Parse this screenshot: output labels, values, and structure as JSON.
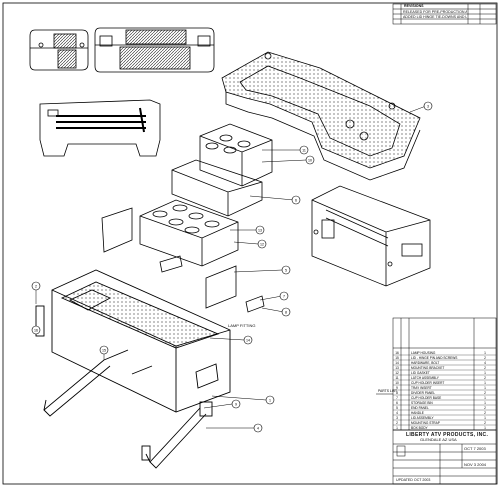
{
  "revision_block": {
    "header": "REVISIONS",
    "rows": [
      "RELEASED FOR PRE-PRODUCTION APPROVAL",
      "ADDED LID HINGE TIE-DOWNS AND LID STOPS"
    ]
  },
  "callouts": [
    "1",
    "2",
    "3",
    "4",
    "5",
    "6",
    "7",
    "8",
    "9",
    "10",
    "11",
    "12",
    "13",
    "14",
    "15",
    "16"
  ],
  "exploded_labels": {
    "lamp_fitting": "LAMP FITTING"
  },
  "parts_list": {
    "title": "PARTS LIST",
    "rows": [
      {
        "item": "16",
        "description": "LAMP HOUSING",
        "qty": "1"
      },
      {
        "item": "15",
        "description": "LID - HINGE PIN AND SCREWS",
        "qty": "2"
      },
      {
        "item": "14",
        "description": "HARDWARE, BOLT",
        "qty": "4"
      },
      {
        "item": "13",
        "description": "MOUNTING BRACKET",
        "qty": "2"
      },
      {
        "item": "12",
        "description": "LID GASKET",
        "qty": "1"
      },
      {
        "item": "11",
        "description": "LATCH ASSEMBLY",
        "qty": "2"
      },
      {
        "item": "10",
        "description": "CUP HOLDER INSERT",
        "qty": "1"
      },
      {
        "item": "9",
        "description": "TRAY INSERT",
        "qty": "1"
      },
      {
        "item": "8",
        "description": "DIVIDER PANEL",
        "qty": "2"
      },
      {
        "item": "7",
        "description": "CUP HOLDER BASE",
        "qty": "1"
      },
      {
        "item": "6",
        "description": "STORAGE BIN",
        "qty": "1"
      },
      {
        "item": "5",
        "description": "END PANEL",
        "qty": "2"
      },
      {
        "item": "4",
        "description": "HANDLE",
        "qty": "2"
      },
      {
        "item": "3",
        "description": "LID ASSEMBLY",
        "qty": "1"
      },
      {
        "item": "2",
        "description": "MOUNTING STRAP",
        "qty": "2"
      },
      {
        "item": "1",
        "description": "BOX BODY",
        "qty": "1"
      }
    ]
  },
  "title_block": {
    "company": "LIBERTY ATV PRODUCTS, INC.",
    "location": "GLENDALE AZ USA",
    "date_1": "OCT 7 2003",
    "date_2": "NOV 3 2004",
    "updated": "UPDATED OCT 2003"
  }
}
